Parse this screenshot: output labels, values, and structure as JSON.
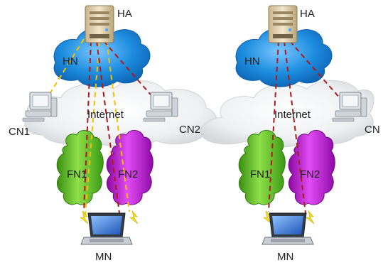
{
  "panels": [
    {
      "id": "left",
      "labels": {
        "ha": "HA",
        "hn": "HN",
        "internet": "Internet",
        "fn1": "FN1",
        "fn2": "FN2",
        "mn": "MN",
        "cn_a": "CN1",
        "cn_b": "CN2"
      }
    },
    {
      "id": "right",
      "labels": {
        "ha": "HA",
        "hn": "HN",
        "internet": "Internet",
        "fn1": "FN1",
        "fn2": "FN2",
        "mn": "MN",
        "cn": "CN"
      }
    }
  ],
  "colors": {
    "hn_cloud": "#1f8fe0",
    "internet_cloud": "#e9ecef",
    "fn1_cloud": "#63c12b",
    "fn2_cloud": "#c21ad8",
    "red_link": "#b01818",
    "yellow_link": "#f2c200",
    "server": "#e7d8b8",
    "laptop_screen": "#2a6fd6"
  },
  "icons": [
    "server-icon",
    "desktop-computer-icon",
    "laptop-icon",
    "wireless-bolt-icon"
  ]
}
